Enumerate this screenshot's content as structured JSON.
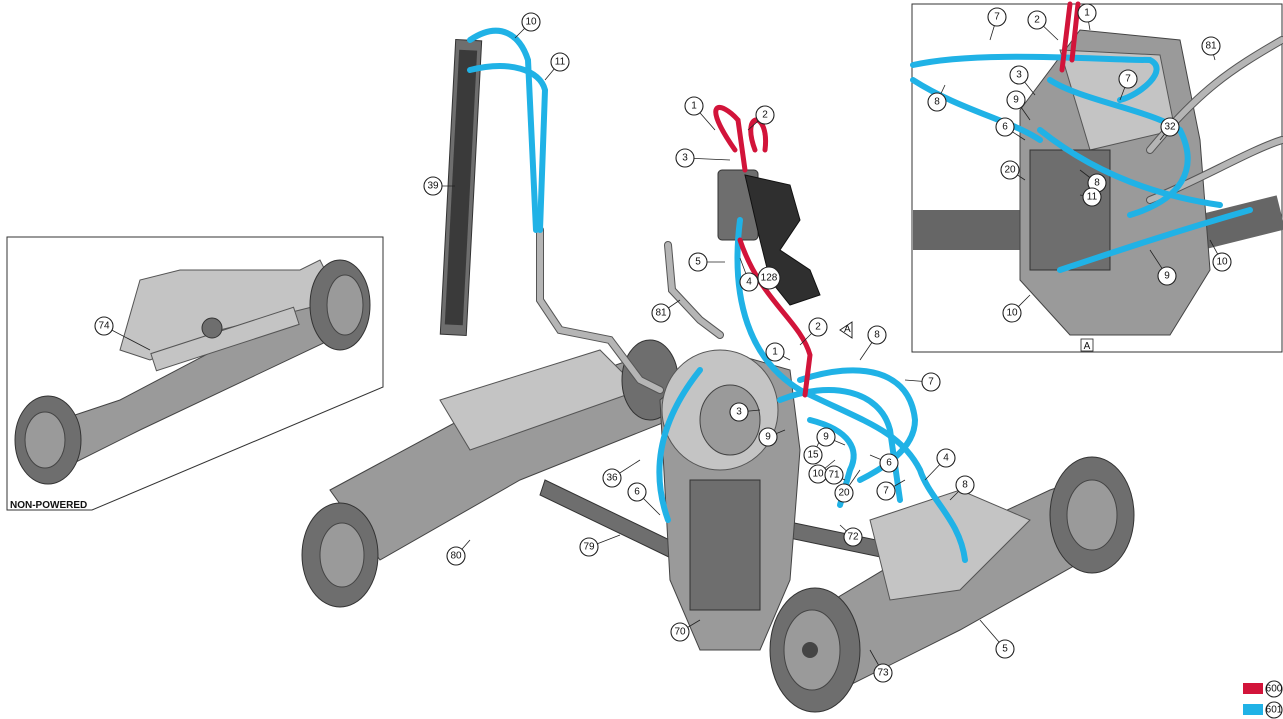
{
  "inset_left": {
    "label": "NON-POWERED",
    "callouts": [
      "74"
    ]
  },
  "inset_right": {
    "label": "A",
    "callouts": [
      "7",
      "2",
      "1",
      "81",
      "8",
      "3",
      "9",
      "6",
      "7",
      "32",
      "20",
      "8",
      "11",
      "10",
      "9",
      "10"
    ]
  },
  "main": {
    "view_marker": "A",
    "callouts": [
      "10",
      "11",
      "39",
      "1",
      "2",
      "3",
      "5",
      "4",
      "128",
      "81",
      "2",
      "1",
      "8",
      "7",
      "3",
      "9",
      "15",
      "9",
      "10",
      "71",
      "20",
      "6",
      "7",
      "4",
      "8",
      "72",
      "36",
      "6",
      "79",
      "80",
      "70",
      "73",
      "5"
    ]
  },
  "legend": {
    "items": [
      {
        "color": "#d2143a",
        "code": "600"
      },
      {
        "color": "#20b2e6",
        "code": "601"
      }
    ]
  },
  "colors": {
    "hose_blue": "#20b2e6",
    "hose_red": "#d2143a",
    "pipe_grey": "#b5b5b5",
    "metal": "#9a9a9a"
  }
}
